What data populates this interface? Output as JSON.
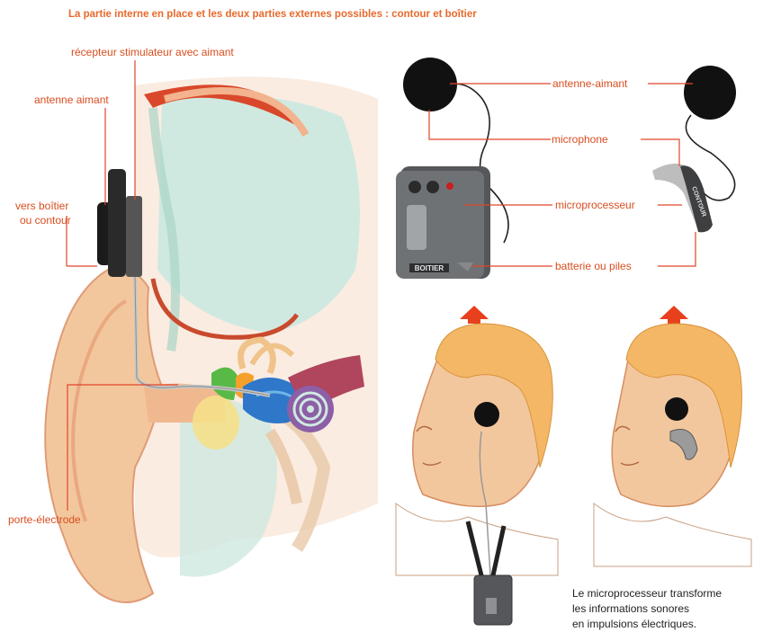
{
  "title": "La partie interne en place et les deux parties externes possibles : contour et boîtier",
  "labels": {
    "recepteur": "récepteur stimulateur avec aimant",
    "antenne_aimant": "antenne aimant",
    "vers_boitier_1": "vers boîtier",
    "vers_boitier_2": "ou contour",
    "porte_electrode": "porte-électrode",
    "antenne_aimant_2": "antenne-aimant",
    "microphone": "microphone",
    "microprocesseur": "microprocesseur",
    "batterie": "batterie ou piles"
  },
  "device_text": {
    "boitier": "BOITIER",
    "contour": "CONTOUR"
  },
  "caption": {
    "line1": "Le microprocesseur transforme",
    "line2": "les informations sonores",
    "line3": "en impulsions électriques."
  },
  "colors": {
    "accent": "#e8692b",
    "label": "#d94d1f",
    "line": "#e0462a",
    "arrow": "#e8401c",
    "skin": "#f3c79d",
    "brain": "#cfe9e1",
    "hair": "#f4b766"
  }
}
